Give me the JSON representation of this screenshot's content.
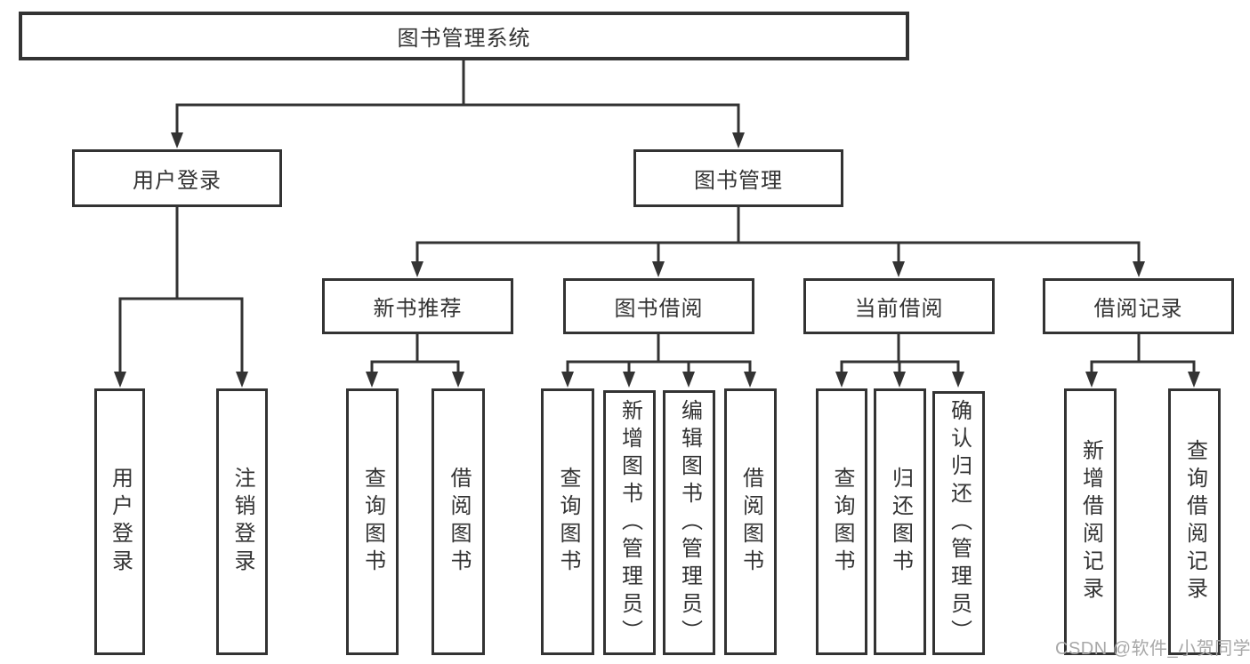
{
  "root": {
    "label": "图书管理系统"
  },
  "branches": [
    {
      "label": "用户登录",
      "children": [
        {
          "label": "用户登录"
        },
        {
          "label": "注销登录"
        }
      ]
    },
    {
      "label": "图书管理",
      "children": [
        {
          "label": "新书推荐",
          "children": [
            {
              "label": "查询图书"
            },
            {
              "label": "借阅图书"
            }
          ]
        },
        {
          "label": "图书借阅",
          "children": [
            {
              "label": "查询图书"
            },
            {
              "label": "新增图书（管理员）"
            },
            {
              "label": "编辑图书（管理员）"
            },
            {
              "label": "借阅图书"
            }
          ]
        },
        {
          "label": "当前借阅",
          "children": [
            {
              "label": "查询图书"
            },
            {
              "label": "归还图书"
            },
            {
              "label": "确认归还（管理员）"
            }
          ]
        },
        {
          "label": "借阅记录",
          "children": [
            {
              "label": "新增借阅记录"
            },
            {
              "label": "查询借阅记录"
            }
          ]
        }
      ]
    }
  ],
  "watermark": {
    "text": "CSDN @软件_小贺同学"
  },
  "colors": {
    "line": "#333333",
    "text": "#333333",
    "watermark": "#a8a8a8",
    "background": "#ffffff"
  }
}
